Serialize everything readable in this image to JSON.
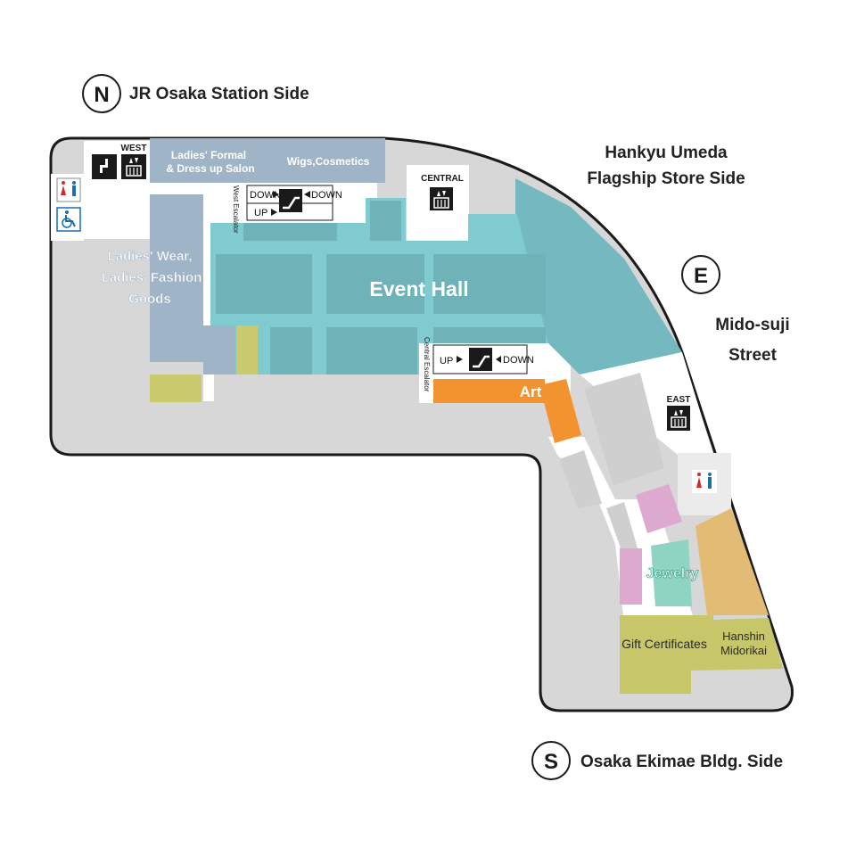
{
  "directions": {
    "north": {
      "letter": "N",
      "label": "JR Osaka Station Side"
    },
    "east": {
      "letter": "E",
      "label_line1": "Mido-suji",
      "label_line2": "Street"
    },
    "south": {
      "letter": "S",
      "label": "Osaka Ekimae Bldg. Side"
    },
    "northeast": {
      "label_line1": "Hankyu Umeda",
      "label_line2": "Flagship Store Side"
    }
  },
  "rooms": {
    "ladies_formal_line1": "Ladies' Formal",
    "ladies_formal_line2": "& Dress up Salon",
    "wigs": "Wigs,Cosmetics",
    "ladies_wear_line1": "Ladies' Wear,",
    "ladies_wear_line2": "Ladies' Fashion",
    "ladies_wear_line3": "Goods",
    "event_hall": "Event Hall",
    "art": "Art",
    "jewelry": "Jewelry",
    "gift_certificates": "Gift Certificates",
    "hanshin_line1": "Hanshin",
    "hanshin_line2": "Midorikai"
  },
  "facilities": {
    "west": "WEST",
    "central": "CENTRAL",
    "east": "EAST"
  },
  "escalators": {
    "west_name": "West Escalator",
    "central_name": "Central Escalator",
    "down": "DOWN",
    "up": "UP"
  },
  "colors": {
    "floor": "#d7d7d7",
    "outline": "#1a1a1a",
    "event_hall": "#7fcbcf",
    "event_hall_inner": "#6fb3b8",
    "teal_large": "#74b8c0",
    "ladies_blue": "#9fb4c6",
    "olive": "#c9c96e",
    "art": "#f39330",
    "pink": "#dda9cf",
    "jewelry": "#8fd3c3",
    "tan": "#e2bb74",
    "gift": "#c7c76a"
  }
}
